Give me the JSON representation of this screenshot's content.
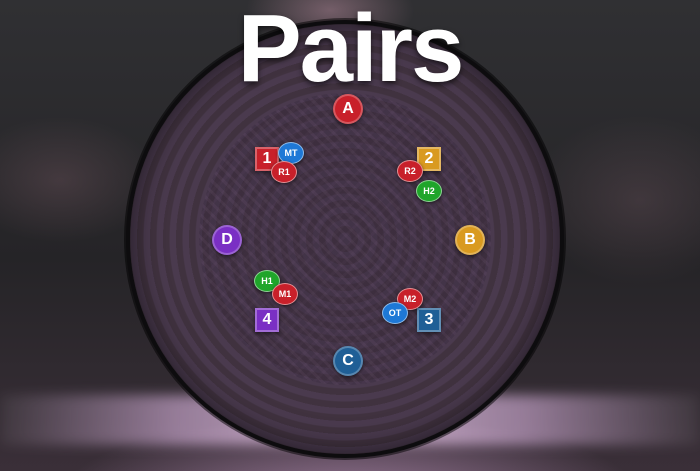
{
  "title": "Pairs",
  "colors": {
    "red": "#c8202a",
    "blue": "#1e78d6",
    "green": "#1fa52a",
    "gold": "#d99a20",
    "purple": "#7a2fc4",
    "steel": "#1f5f96"
  },
  "waymarks": {
    "A": "A",
    "B": "B",
    "C": "C",
    "D": "D",
    "one": "1",
    "two": "2",
    "three": "3",
    "four": "4"
  },
  "players": {
    "MT": "MT",
    "R1": "R1",
    "R2": "R2",
    "H1": "H1",
    "H2": "H2",
    "M1": "M1",
    "M2": "M2",
    "OT": "OT"
  }
}
